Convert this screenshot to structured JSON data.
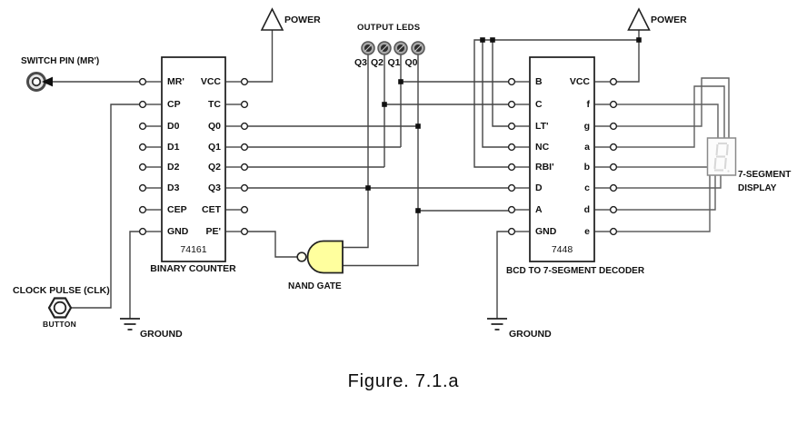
{
  "figure_caption": "Figure. 7.1.a",
  "power_label": "POWER",
  "ground_label": "GROUND",
  "switch_label": "SWITCH PIN (MR')",
  "clock_label": "CLOCK PULSE (CLK)",
  "button_label": "BUTTON",
  "leds": {
    "title": "OUTPUT LEDS",
    "labels": [
      "Q3",
      "Q2",
      "Q1",
      "Q0"
    ]
  },
  "counter": {
    "part_number": "74161",
    "caption": "BINARY COUNTER",
    "left_pins": [
      "MR'",
      "CP",
      "D0",
      "D1",
      "D2",
      "D3",
      "CEP",
      "GND"
    ],
    "right_pins": [
      "VCC",
      "TC",
      "Q0",
      "Q1",
      "Q2",
      "Q3",
      "CET",
      "PE'"
    ]
  },
  "decoder": {
    "part_number": "7448",
    "caption": "BCD TO 7-SEGMENT DECODER",
    "left_pins": [
      "B",
      "C",
      "LT'",
      "NC",
      "RBI'",
      "D",
      "A",
      "GND"
    ],
    "right_pins": [
      "VCC",
      "f",
      "g",
      "a",
      "b",
      "c",
      "d",
      "e"
    ]
  },
  "nand": {
    "label": "NAND GATE"
  },
  "display": {
    "label_line1": "7-SEGMENT",
    "label_line2": "DISPLAY"
  },
  "colors": {
    "wire": "#454545",
    "nand_fill": "#ffff9e",
    "junction": "#111111"
  }
}
